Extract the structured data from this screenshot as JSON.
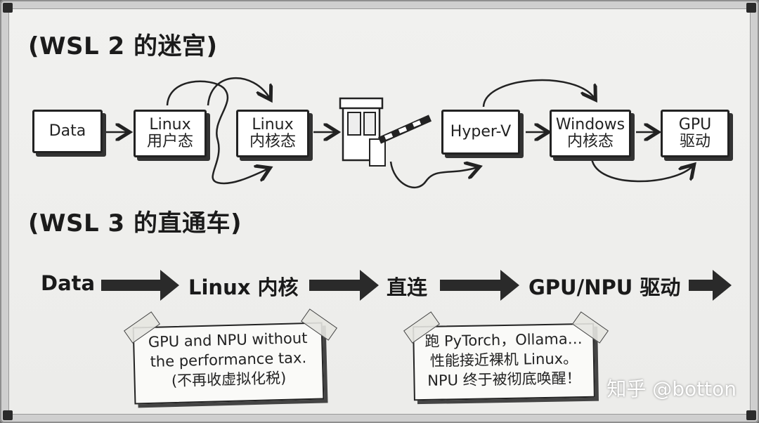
{
  "section1": {
    "title": "(WSL 2 的迷宫)",
    "boxes": {
      "data": "Data",
      "linux_user_l1": "Linux",
      "linux_user_l2": "用户态",
      "linux_kernel_l1": "Linux",
      "linux_kernel_l2": "内核态",
      "hyperv": "Hyper-V",
      "win_kernel_l1": "Windows",
      "win_kernel_l2": "内核态",
      "gpu_l1": "GPU",
      "gpu_l2": "驱动"
    }
  },
  "section2": {
    "title": "(WSL 3 的直通车)",
    "flow": [
      "Data",
      "Linux 内核",
      "直连",
      "GPU/NPU 驱动"
    ]
  },
  "notes": {
    "left": [
      "GPU and NPU without",
      "the performance tax.",
      "(不再收虚拟化税)"
    ],
    "right": [
      "跑 PyTorch，Ollama…",
      "性能接近裸机 Linux。",
      "NPU 终于被彻底唤醒！"
    ]
  },
  "watermark": "知乎 @botton"
}
